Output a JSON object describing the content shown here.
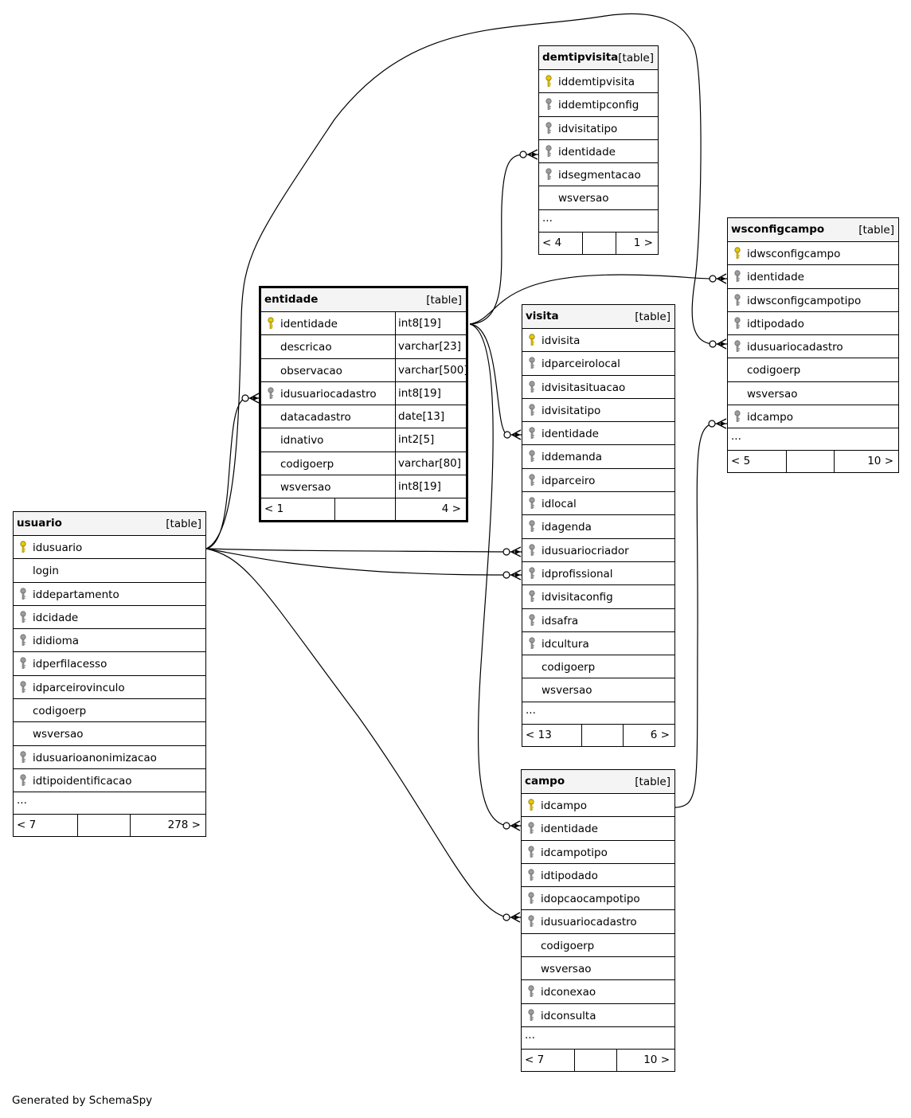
{
  "footer_text": "Generated by SchemaSpy",
  "colors": {
    "primary_key": "#e8c900",
    "foreign_key": "#9c9c9c",
    "header_bg": "#f4f4f4",
    "line": "#000000"
  },
  "tables": {
    "usuario": {
      "name": "usuario",
      "type": "[table]",
      "columns": [
        {
          "name": "idusuario",
          "key": "pk"
        },
        {
          "name": "login",
          "key": ""
        },
        {
          "name": "iddepartamento",
          "key": "fk"
        },
        {
          "name": "idcidade",
          "key": "fk"
        },
        {
          "name": "ididioma",
          "key": "fk"
        },
        {
          "name": "idperfilacesso",
          "key": "fk"
        },
        {
          "name": "idparceirovinculo",
          "key": "fk"
        },
        {
          "name": "codigoerp",
          "key": ""
        },
        {
          "name": "wsversao",
          "key": ""
        },
        {
          "name": "idusuarioanonimizacao",
          "key": "fk"
        },
        {
          "name": "idtipoidentificacao",
          "key": "fk"
        }
      ],
      "more": "...",
      "footer": {
        "left": "< 7",
        "right": "278 >"
      }
    },
    "entidade": {
      "name": "entidade",
      "type": "[table]",
      "columns": [
        {
          "name": "identidade",
          "key": "pk",
          "type": "int8[19]"
        },
        {
          "name": "descricao",
          "key": "",
          "type": "varchar[23]"
        },
        {
          "name": "observacao",
          "key": "",
          "type": "varchar[500]"
        },
        {
          "name": "idusuariocadastro",
          "key": "fk",
          "type": "int8[19]"
        },
        {
          "name": "datacadastro",
          "key": "",
          "type": "date[13]"
        },
        {
          "name": "idnativo",
          "key": "",
          "type": "int2[5]"
        },
        {
          "name": "codigoerp",
          "key": "",
          "type": "varchar[80]"
        },
        {
          "name": "wsversao",
          "key": "",
          "type": "int8[19]"
        }
      ],
      "footer": {
        "left": "< 1",
        "right": "4 >"
      }
    },
    "demtipvisita": {
      "name": "demtipvisita",
      "type": "[table]",
      "columns": [
        {
          "name": "iddemtipvisita",
          "key": "pk"
        },
        {
          "name": "iddemtipconfig",
          "key": "fk"
        },
        {
          "name": "idvisitatipo",
          "key": "fk"
        },
        {
          "name": "identidade",
          "key": "fk"
        },
        {
          "name": "idsegmentacao",
          "key": "fk"
        },
        {
          "name": "wsversao",
          "key": ""
        }
      ],
      "more": "...",
      "footer": {
        "left": "< 4",
        "right": "1 >"
      }
    },
    "visita": {
      "name": "visita",
      "type": "[table]",
      "columns": [
        {
          "name": "idvisita",
          "key": "pk"
        },
        {
          "name": "idparceirolocal",
          "key": "fk"
        },
        {
          "name": "idvisitasituacao",
          "key": "fk"
        },
        {
          "name": "idvisitatipo",
          "key": "fk"
        },
        {
          "name": "identidade",
          "key": "fk"
        },
        {
          "name": "iddemanda",
          "key": "fk"
        },
        {
          "name": "idparceiro",
          "key": "fk"
        },
        {
          "name": "idlocal",
          "key": "fk"
        },
        {
          "name": "idagenda",
          "key": "fk"
        },
        {
          "name": "idusuariocriador",
          "key": "fk"
        },
        {
          "name": "idprofissional",
          "key": "fk"
        },
        {
          "name": "idvisitaconfig",
          "key": "fk"
        },
        {
          "name": "idsafra",
          "key": "fk"
        },
        {
          "name": "idcultura",
          "key": "fk"
        },
        {
          "name": "codigoerp",
          "key": ""
        },
        {
          "name": "wsversao",
          "key": ""
        }
      ],
      "more": "...",
      "footer": {
        "left": "< 13",
        "right": "6 >"
      }
    },
    "wsconfigcampo": {
      "name": "wsconfigcampo",
      "type": "[table]",
      "columns": [
        {
          "name": "idwsconfigcampo",
          "key": "pk"
        },
        {
          "name": "identidade",
          "key": "fk"
        },
        {
          "name": "idwsconfigcampotipo",
          "key": "fk"
        },
        {
          "name": "idtipodado",
          "key": "fk"
        },
        {
          "name": "idusuariocadastro",
          "key": "fk"
        },
        {
          "name": "codigoerp",
          "key": ""
        },
        {
          "name": "wsversao",
          "key": ""
        },
        {
          "name": "idcampo",
          "key": "fk"
        }
      ],
      "more": "...",
      "footer": {
        "left": "< 5",
        "right": "10 >"
      }
    },
    "campo": {
      "name": "campo",
      "type": "[table]",
      "columns": [
        {
          "name": "idcampo",
          "key": "pk"
        },
        {
          "name": "identidade",
          "key": "fk"
        },
        {
          "name": "idcampotipo",
          "key": "fk"
        },
        {
          "name": "idtipodado",
          "key": "fk"
        },
        {
          "name": "idopcaocampotipo",
          "key": "fk"
        },
        {
          "name": "idusuariocadastro",
          "key": "fk"
        },
        {
          "name": "codigoerp",
          "key": ""
        },
        {
          "name": "wsversao",
          "key": ""
        },
        {
          "name": "idconexao",
          "key": "fk"
        },
        {
          "name": "idconsulta",
          "key": "fk"
        }
      ],
      "more": "...",
      "footer": {
        "left": "< 7",
        "right": "10 >"
      }
    }
  }
}
